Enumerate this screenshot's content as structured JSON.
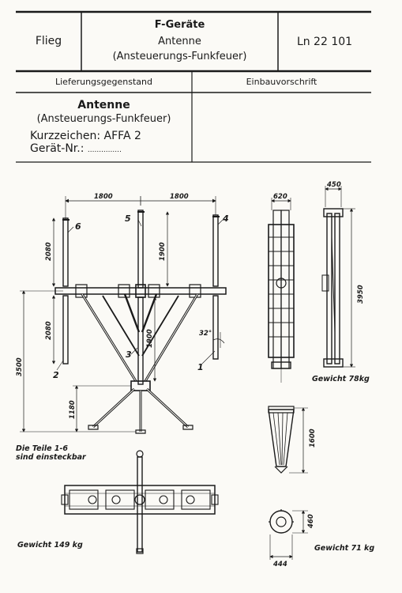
{
  "header": {
    "dept": "Flieg",
    "title_line1": "F-Geräte",
    "title_line2": "Antenne",
    "title_line3": "(Ansteuerungs-Funkfeuer)",
    "doc_number": "Ln 22 101"
  },
  "subheader": {
    "left": "Lieferungsgegenstand",
    "right": "Einbauvorschrift"
  },
  "item": {
    "name": "Antenne",
    "subtitle": "(Ansteuerungs-Funkfeuer)",
    "code_label": "Kurzzeichen:",
    "code_value": "AFFA 2",
    "device_label": "Gerät-Nr.:",
    "device_value": "..............."
  },
  "drawing": {
    "dims": {
      "top_left": "1800",
      "top_right": "1800",
      "mast_upper": "2080",
      "mast_lower": "2080",
      "center_upper": "1900",
      "center_lower": "1900",
      "total_height": "3500",
      "base_height": "1180",
      "angle": "32°",
      "front_width": "620",
      "side_width": "450",
      "packed_height": "3950",
      "small_height": "1600",
      "small_base": "460",
      "small_width": "444"
    },
    "part_numbers": [
      "1",
      "2",
      "3",
      "4",
      "5",
      "6"
    ],
    "notes": {
      "parts_line1": "Die Teile 1-6",
      "parts_line2": "sind einsteckbar",
      "weight_main": "Gewicht 149 kg",
      "weight_packed": "Gewicht 78kg",
      "weight_small": "Gewicht 71 kg"
    }
  }
}
